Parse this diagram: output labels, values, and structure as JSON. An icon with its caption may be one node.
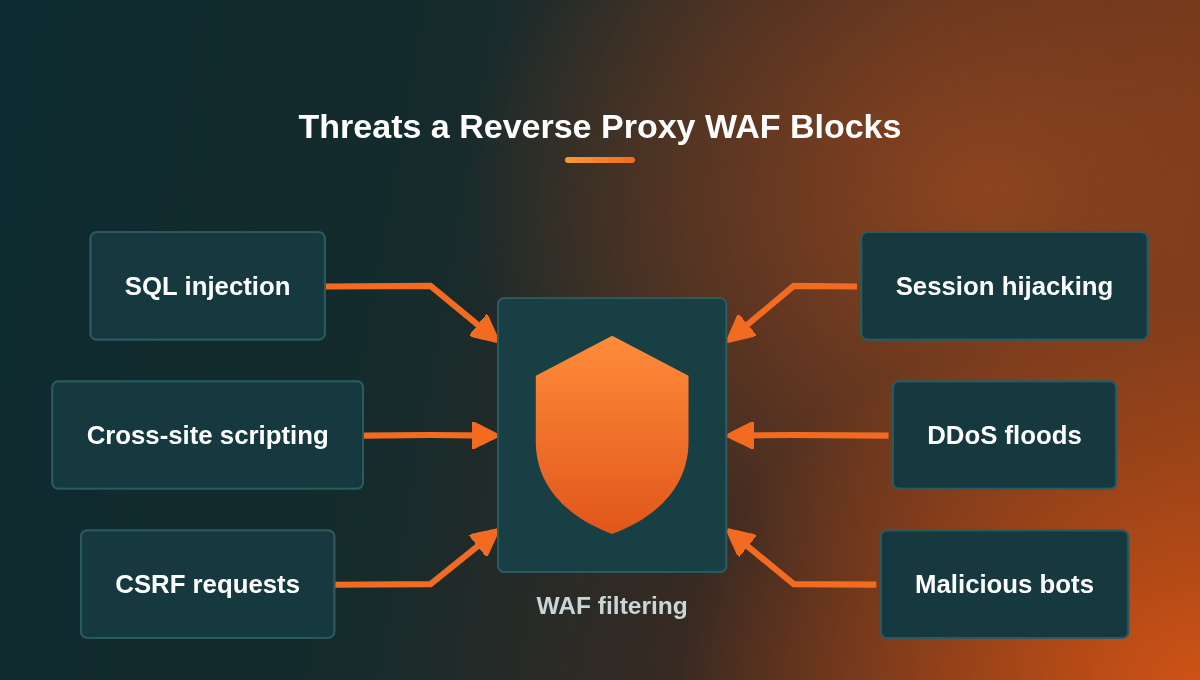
{
  "diagram": {
    "title": "Threats a Reverse Proxy WAF Blocks",
    "nodes": [
      {
        "text": [
          "SQL injection"
        ]
      },
      {
        "text": [
          "Cross-site scripting"
        ]
      },
      {
        "text": [
          "CSRF requests"
        ]
      },
      {
        "text": [],
        "shape": "box",
        "beside": [
          "WAF filtering"
        ]
      },
      {
        "text": [
          "Session hijacking"
        ]
      },
      {
        "text": [
          "DDoS floods"
        ]
      },
      {
        "text": [
          "Malicious bots"
        ]
      }
    ],
    "edges": [
      {
        "from": 0,
        "to": 3,
        "arrow": "to"
      },
      {
        "from": 1,
        "to": 3,
        "arrow": "to"
      },
      {
        "from": 2,
        "to": 3,
        "arrow": "to"
      },
      {
        "from": 4,
        "to": 3,
        "arrow": "to"
      },
      {
        "from": 5,
        "to": 3,
        "arrow": "to"
      },
      {
        "from": 6,
        "to": 3,
        "arrow": "to"
      }
    ]
  }
}
